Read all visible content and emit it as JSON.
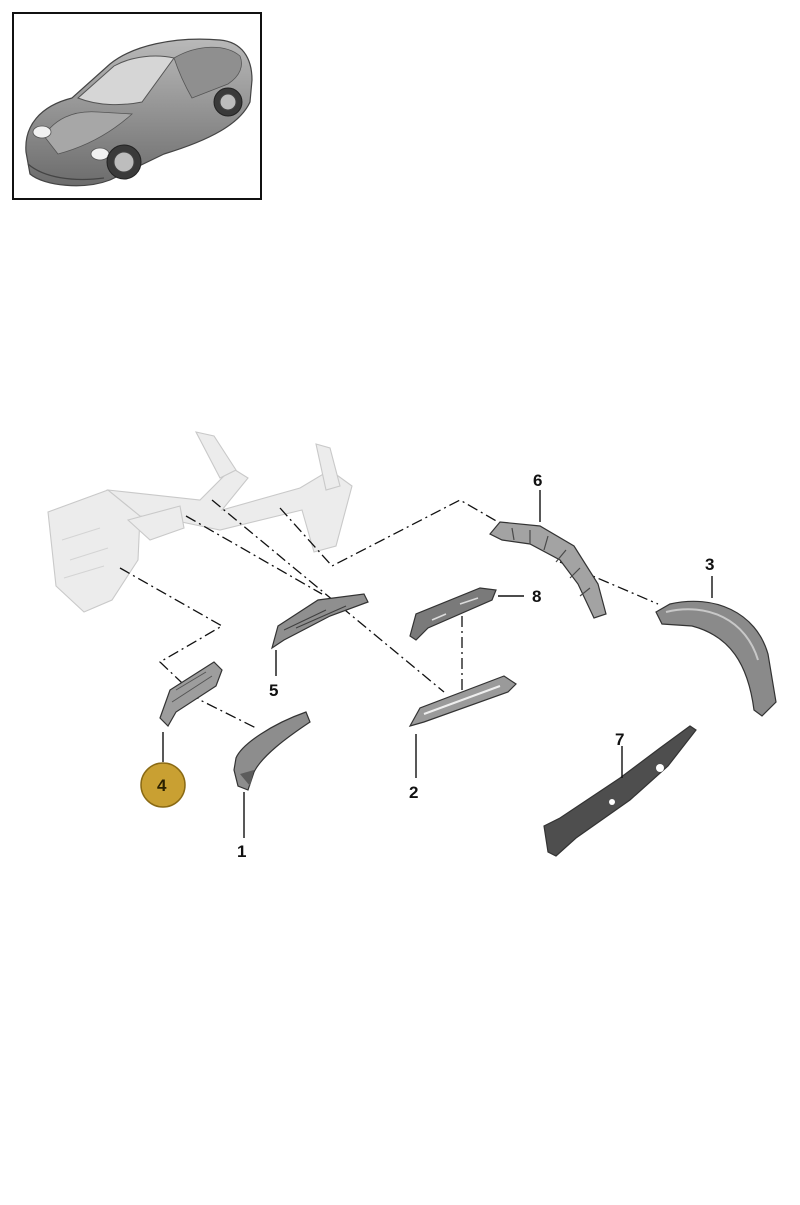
{
  "colors": {
    "highlight": "#c9a032",
    "highlight_border": "#8a6a14",
    "part_fill": "#9a9a9a",
    "part_dark": "#5a5a5a",
    "ghost_fill": "#ececec",
    "line": "#111111"
  },
  "thumbnail": {
    "icon": "car-thumbnail-icon"
  },
  "callouts": {
    "p1": "1",
    "p2": "2",
    "p3": "3",
    "p4": "4",
    "p5": "5",
    "p6": "6",
    "p7": "7",
    "p8": "8"
  },
  "highlighted_part": "4"
}
